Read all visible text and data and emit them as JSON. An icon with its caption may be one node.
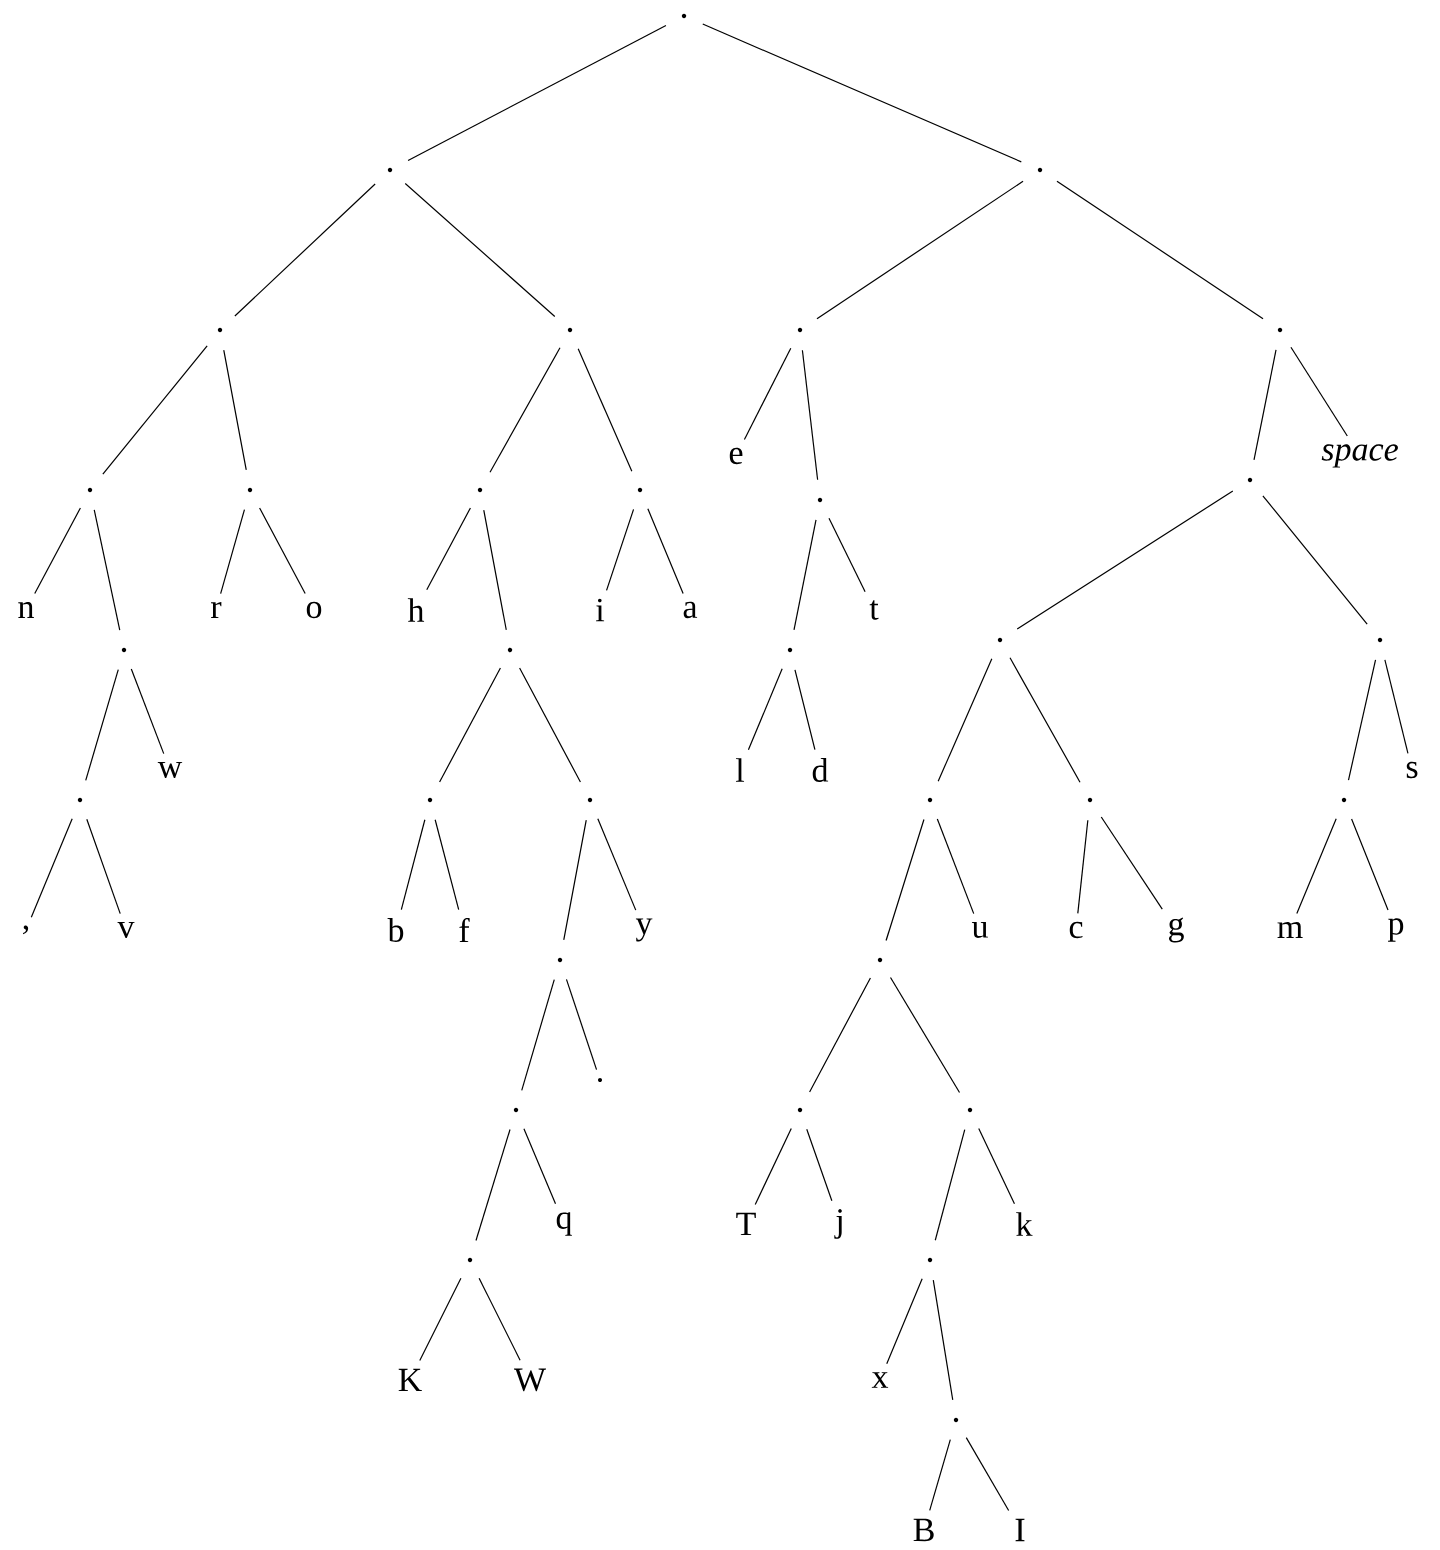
{
  "diagram": {
    "nodes": [
      {
        "text": [],
        "shape": "point"
      },
      {
        "text": [],
        "shape": "point"
      },
      {
        "text": [],
        "shape": "point"
      },
      {
        "text": [],
        "shape": "point"
      },
      {
        "text": [],
        "shape": "point"
      },
      {
        "text": [],
        "shape": "point"
      },
      {
        "text": [],
        "shape": "point"
      },
      {
        "text": [],
        "shape": "point"
      },
      {
        "text": [],
        "shape": "point"
      },
      {
        "text": [],
        "shape": "point"
      },
      {
        "text": [],
        "shape": "point"
      },
      {
        "text": [
          "e"
        ]
      },
      {
        "text": [],
        "shape": "point"
      },
      {
        "text": [],
        "shape": "point"
      },
      {
        "text": [
          "space"
        ]
      },
      {
        "text": [
          "n"
        ]
      },
      {
        "text": [],
        "shape": "point"
      },
      {
        "text": [
          "r"
        ]
      },
      {
        "text": [
          "o"
        ]
      },
      {
        "text": [
          "h"
        ]
      },
      {
        "text": [],
        "shape": "point"
      },
      {
        "text": [
          "i"
        ]
      },
      {
        "text": [
          "a"
        ]
      },
      {
        "text": [],
        "shape": "point"
      },
      {
        "text": [
          "t"
        ]
      },
      {
        "text": [],
        "shape": "point"
      },
      {
        "text": [],
        "shape": "point"
      },
      {
        "text": [],
        "shape": "point"
      },
      {
        "text": [
          "w"
        ]
      },
      {
        "text": [],
        "shape": "point"
      },
      {
        "text": [],
        "shape": "point"
      },
      {
        "text": [
          "l"
        ]
      },
      {
        "text": [
          "d"
        ]
      },
      {
        "text": [],
        "shape": "point"
      },
      {
        "text": [],
        "shape": "point"
      },
      {
        "text": [],
        "shape": "point"
      },
      {
        "text": [
          "s"
        ]
      },
      {
        "text": [
          ","
        ]
      },
      {
        "text": [
          "v"
        ]
      },
      {
        "text": [
          "b"
        ]
      },
      {
        "text": [
          "f"
        ]
      },
      {
        "text": [],
        "shape": "point"
      },
      {
        "text": [
          "y"
        ]
      },
      {
        "text": [],
        "shape": "point"
      },
      {
        "text": [
          "u"
        ]
      },
      {
        "text": [
          "c"
        ]
      },
      {
        "text": [
          "g"
        ]
      },
      {
        "text": [
          "m"
        ]
      },
      {
        "text": [
          "p"
        ]
      },
      {
        "text": [],
        "shape": "point"
      },
      {
        "text": [
          "."
        ]
      },
      {
        "text": [],
        "shape": "point"
      },
      {
        "text": [],
        "shape": "point"
      },
      {
        "text": [],
        "shape": "point"
      },
      {
        "text": [
          "q"
        ]
      },
      {
        "text": [
          "T"
        ]
      },
      {
        "text": [
          "j"
        ]
      },
      {
        "text": [
          "k"
        ]
      },
      {
        "text": [],
        "shape": "point"
      },
      {
        "text": [
          "K"
        ]
      },
      {
        "text": [
          "W"
        ]
      },
      {
        "text": [
          "x"
        ]
      },
      {
        "text": [],
        "shape": "point"
      },
      {
        "text": [
          "B"
        ]
      },
      {
        "text": [
          "I"
        ]
      }
    ],
    "edges": [
      {
        "from": 0,
        "to": 1,
        "arrow": "none"
      },
      {
        "from": 0,
        "to": 2,
        "arrow": "none"
      },
      {
        "from": 1,
        "to": 3,
        "arrow": "none"
      },
      {
        "from": 1,
        "to": 4,
        "arrow": "none"
      },
      {
        "from": 2,
        "to": 5,
        "arrow": "none"
      },
      {
        "from": 2,
        "to": 6,
        "arrow": "none"
      },
      {
        "from": 3,
        "to": 7,
        "arrow": "none"
      },
      {
        "from": 3,
        "to": 8,
        "arrow": "none"
      },
      {
        "from": 4,
        "to": 9,
        "arrow": "none"
      },
      {
        "from": 4,
        "to": 10,
        "arrow": "none"
      },
      {
        "from": 5,
        "to": 11,
        "arrow": "none"
      },
      {
        "from": 5,
        "to": 12,
        "arrow": "none"
      },
      {
        "from": 6,
        "to": 13,
        "arrow": "none"
      },
      {
        "from": 6,
        "to": 14,
        "arrow": "none"
      },
      {
        "from": 7,
        "to": 15,
        "arrow": "none"
      },
      {
        "from": 7,
        "to": 16,
        "arrow": "none"
      },
      {
        "from": 8,
        "to": 17,
        "arrow": "none"
      },
      {
        "from": 8,
        "to": 18,
        "arrow": "none"
      },
      {
        "from": 9,
        "to": 19,
        "arrow": "none"
      },
      {
        "from": 9,
        "to": 20,
        "arrow": "none"
      },
      {
        "from": 10,
        "to": 21,
        "arrow": "none"
      },
      {
        "from": 10,
        "to": 22,
        "arrow": "none"
      },
      {
        "from": 12,
        "to": 23,
        "arrow": "none"
      },
      {
        "from": 12,
        "to": 24,
        "arrow": "none"
      },
      {
        "from": 13,
        "to": 25,
        "arrow": "none"
      },
      {
        "from": 13,
        "to": 26,
        "arrow": "none"
      },
      {
        "from": 16,
        "to": 27,
        "arrow": "none"
      },
      {
        "from": 16,
        "to": 28,
        "arrow": "none"
      },
      {
        "from": 20,
        "to": 29,
        "arrow": "none"
      },
      {
        "from": 20,
        "to": 30,
        "arrow": "none"
      },
      {
        "from": 23,
        "to": 31,
        "arrow": "none"
      },
      {
        "from": 23,
        "to": 32,
        "arrow": "none"
      },
      {
        "from": 25,
        "to": 33,
        "arrow": "none"
      },
      {
        "from": 25,
        "to": 34,
        "arrow": "none"
      },
      {
        "from": 26,
        "to": 35,
        "arrow": "none"
      },
      {
        "from": 26,
        "to": 36,
        "arrow": "none"
      },
      {
        "from": 27,
        "to": 37,
        "arrow": "none"
      },
      {
        "from": 27,
        "to": 38,
        "arrow": "none"
      },
      {
        "from": 29,
        "to": 39,
        "arrow": "none"
      },
      {
        "from": 29,
        "to": 40,
        "arrow": "none"
      },
      {
        "from": 30,
        "to": 41,
        "arrow": "none"
      },
      {
        "from": 30,
        "to": 42,
        "arrow": "none"
      },
      {
        "from": 33,
        "to": 43,
        "arrow": "none"
      },
      {
        "from": 33,
        "to": 44,
        "arrow": "none"
      },
      {
        "from": 34,
        "to": 45,
        "arrow": "none"
      },
      {
        "from": 34,
        "to": 46,
        "arrow": "none"
      },
      {
        "from": 35,
        "to": 47,
        "arrow": "none"
      },
      {
        "from": 35,
        "to": 48,
        "arrow": "none"
      },
      {
        "from": 41,
        "to": 49,
        "arrow": "none"
      },
      {
        "from": 41,
        "to": 50,
        "arrow": "none"
      },
      {
        "from": 43,
        "to": 51,
        "arrow": "none"
      },
      {
        "from": 43,
        "to": 52,
        "arrow": "none"
      },
      {
        "from": 49,
        "to": 53,
        "arrow": "none"
      },
      {
        "from": 49,
        "to": 54,
        "arrow": "none"
      },
      {
        "from": 51,
        "to": 55,
        "arrow": "none"
      },
      {
        "from": 51,
        "to": 56,
        "arrow": "none"
      },
      {
        "from": 52,
        "to": 58,
        "arrow": "none"
      },
      {
        "from": 52,
        "to": 57,
        "arrow": "none"
      },
      {
        "from": 53,
        "to": 59,
        "arrow": "none"
      },
      {
        "from": 53,
        "to": 60,
        "arrow": "none"
      },
      {
        "from": 58,
        "to": 61,
        "arrow": "none"
      },
      {
        "from": 58,
        "to": 62,
        "arrow": "none"
      },
      {
        "from": 62,
        "to": 63,
        "arrow": "none"
      },
      {
        "from": 62,
        "to": 64,
        "arrow": "none"
      }
    ]
  }
}
